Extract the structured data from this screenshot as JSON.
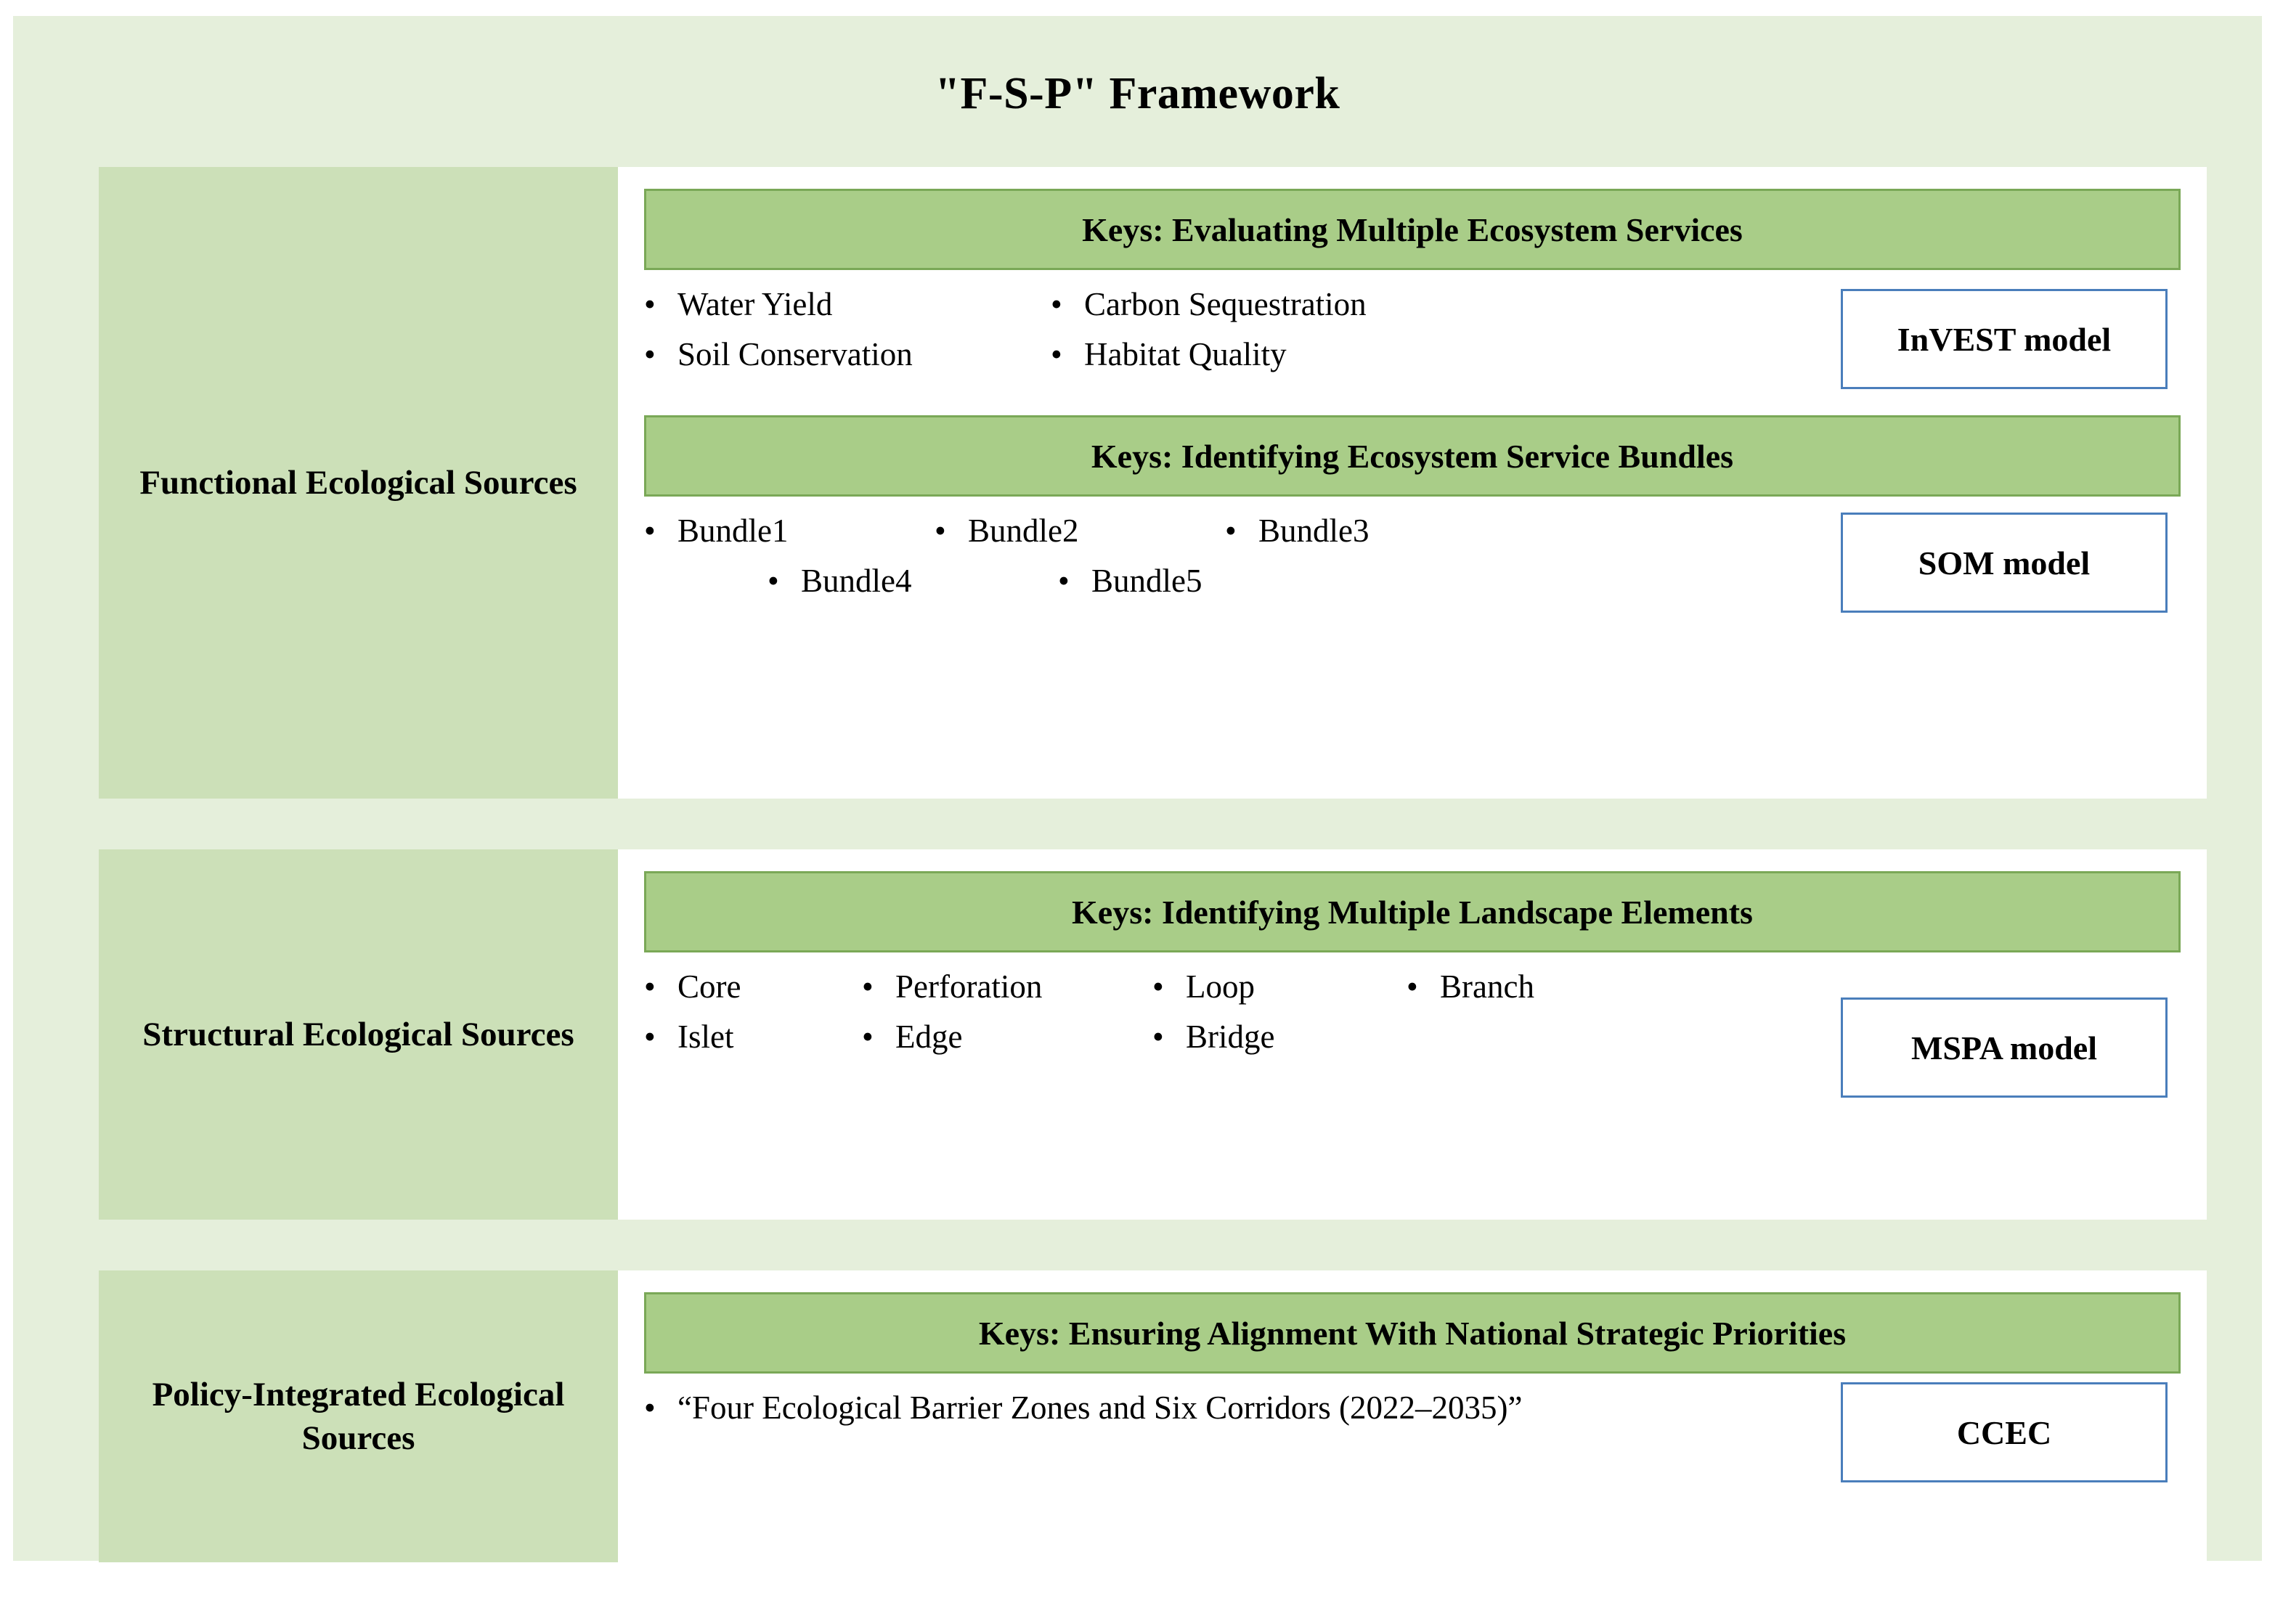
{
  "title": "\"F-S-P\" Framework",
  "colors": {
    "canvas_bg": "#e5efdb",
    "label_panel": "#cce0b8",
    "keys_bar": "#a9cd88",
    "keys_bar_border": "#7aa857",
    "content_bg": "#ffffff",
    "model_box_border": "#4a7ebb",
    "text": "#000000"
  },
  "bullet_glyph": "•",
  "rows": [
    {
      "id": "functional",
      "label": "Functional Ecological Sources",
      "blocks": [
        {
          "id": "ecosystem-services",
          "keys": "Keys: Evaluating Multiple Ecosystem Services",
          "items": [
            "Water Yield",
            "Carbon Sequestration",
            "Soil Conservation",
            "Habitat Quality"
          ],
          "model": "InVEST model"
        },
        {
          "id": "service-bundles",
          "keys": "Keys: Identifying Ecosystem Service Bundles",
          "items": [
            "Bundle1",
            "Bundle2",
            "Bundle3",
            "Bundle4",
            "Bundle5"
          ],
          "model": "SOM model"
        }
      ]
    },
    {
      "id": "structural",
      "label": "Structural Ecological Sources",
      "blocks": [
        {
          "id": "landscape-elements",
          "keys": "Keys: Identifying Multiple Landscape Elements",
          "items": [
            "Core",
            "Perforation",
            "Loop",
            "Branch",
            "Islet",
            "Edge",
            "Bridge"
          ],
          "model": "MSPA model"
        }
      ]
    },
    {
      "id": "policy",
      "label": "Policy-Integrated Ecological Sources",
      "blocks": [
        {
          "id": "national-priorities",
          "keys": "Keys: Ensuring Alignment With National Strategic Priorities",
          "items": [
            "“Four Ecological Barrier Zones and Six Corridors (2022–2035)”"
          ],
          "model": "CCEC"
        }
      ]
    }
  ]
}
